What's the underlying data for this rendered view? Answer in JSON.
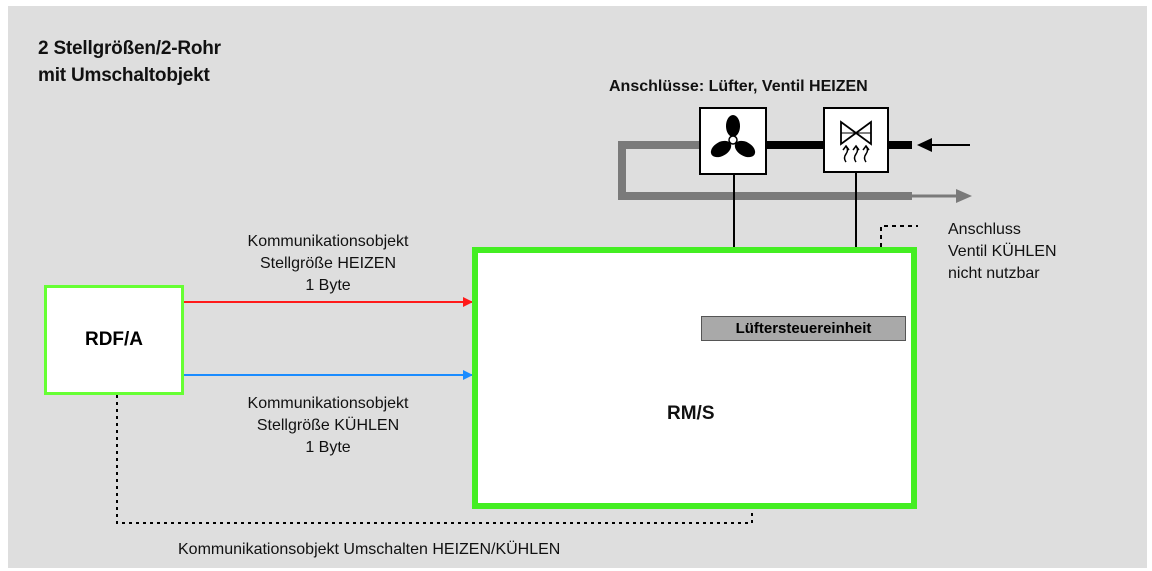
{
  "title_line1": "2 Stellgrößen/2-Rohr",
  "title_line2": "mit Umschaltobjekt",
  "connections_title": "Anschlüsse: Lüfter, Ventil HEIZEN",
  "rdf_label": "RDF/A",
  "rms_label": "RM/S",
  "fan_control_label": "Lüftersteuereinheit",
  "heating_obj": [
    "Kommunikationsobjekt",
    "Stellgröße HEIZEN",
    "1 Byte"
  ],
  "cooling_obj": [
    "Kommunikationsobjekt",
    "Stellgröße KÜHLEN",
    "1 Byte"
  ],
  "switch_obj": "Kommunikationsobjekt Umschalten HEIZEN/KÜHLEN",
  "cooling_valve_note": [
    "Anschluss",
    "Ventil KÜHLEN",
    "nicht nutzbar"
  ],
  "colors": {
    "heating_arrow": "#ff1a1a",
    "cooling_arrow": "#1a8cff",
    "device_border": "#44ee22",
    "background": "#dedede"
  },
  "icons": [
    "fan-icon",
    "valve-heating-icon"
  ]
}
